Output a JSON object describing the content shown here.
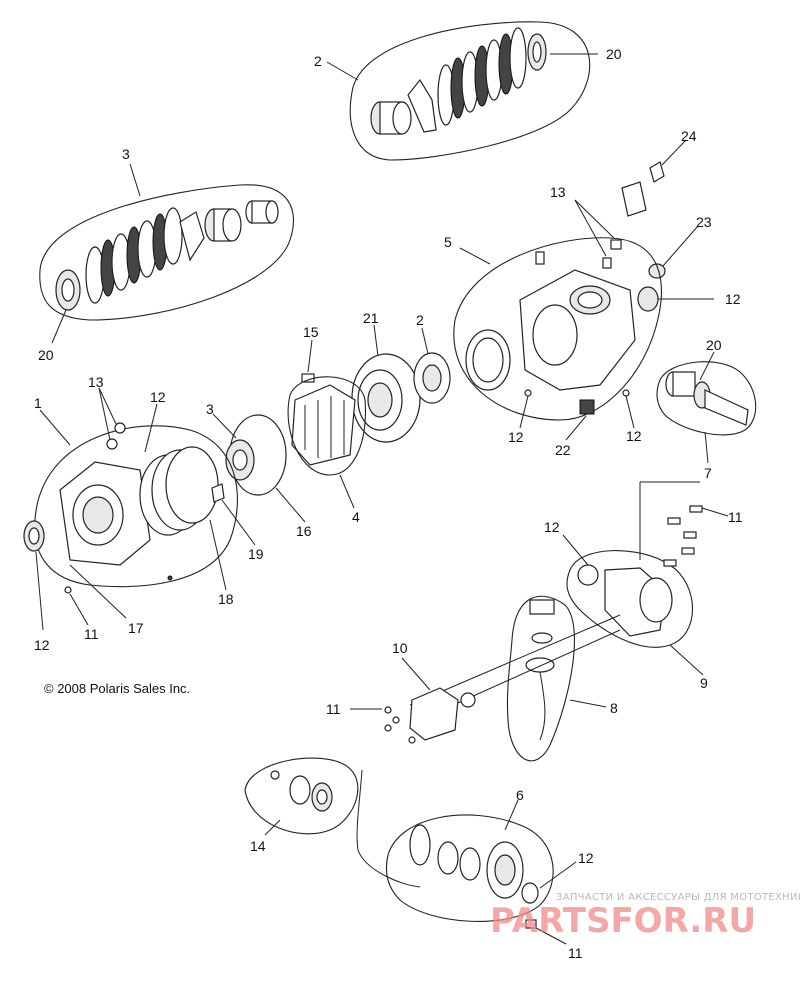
{
  "callouts": [
    {
      "id": "c2",
      "text": "2"
    },
    {
      "id": "c20a",
      "text": "20"
    },
    {
      "id": "c3a",
      "text": "3"
    },
    {
      "id": "c24",
      "text": "24"
    },
    {
      "id": "c13a",
      "text": "13"
    },
    {
      "id": "c23",
      "text": "23"
    },
    {
      "id": "c5",
      "text": "5"
    },
    {
      "id": "c12a",
      "text": "12"
    },
    {
      "id": "c20b",
      "text": "20"
    },
    {
      "id": "c15",
      "text": "15"
    },
    {
      "id": "c21",
      "text": "21"
    },
    {
      "id": "c2b",
      "text": "2"
    },
    {
      "id": "c20c",
      "text": "20"
    },
    {
      "id": "c12b",
      "text": "12"
    },
    {
      "id": "c22",
      "text": "22"
    },
    {
      "id": "c12c",
      "text": "12"
    },
    {
      "id": "c7",
      "text": "7"
    },
    {
      "id": "c1",
      "text": "1"
    },
    {
      "id": "c13b",
      "text": "13"
    },
    {
      "id": "c12d",
      "text": "12"
    },
    {
      "id": "c3b",
      "text": "3"
    },
    {
      "id": "c16",
      "text": "16"
    },
    {
      "id": "c4",
      "text": "4"
    },
    {
      "id": "c19",
      "text": "19"
    },
    {
      "id": "c18",
      "text": "18"
    },
    {
      "id": "c11a",
      "text": "11"
    },
    {
      "id": "c12e",
      "text": "12"
    },
    {
      "id": "c12f",
      "text": "12"
    },
    {
      "id": "c11b",
      "text": "11"
    },
    {
      "id": "c17",
      "text": "17"
    },
    {
      "id": "c9",
      "text": "9"
    },
    {
      "id": "c10",
      "text": "10"
    },
    {
      "id": "c11c",
      "text": "11"
    },
    {
      "id": "c8",
      "text": "8"
    },
    {
      "id": "c6",
      "text": "6"
    },
    {
      "id": "c14",
      "text": "14"
    },
    {
      "id": "c12g",
      "text": "12"
    },
    {
      "id": "c11d",
      "text": "11"
    }
  ],
  "copyright": "© 2008 Polaris Sales Inc.",
  "watermark": {
    "tagline": "ЗАПЧАСТИ И АКСЕССУАРЫ ДЛЯ МОТОТЕХНИКИ",
    "logo": "PARTSFOR.RU"
  },
  "colors": {
    "line": "#222222",
    "watermark_logo": "#f28a8a",
    "watermark_text": "#b9b9b9"
  }
}
